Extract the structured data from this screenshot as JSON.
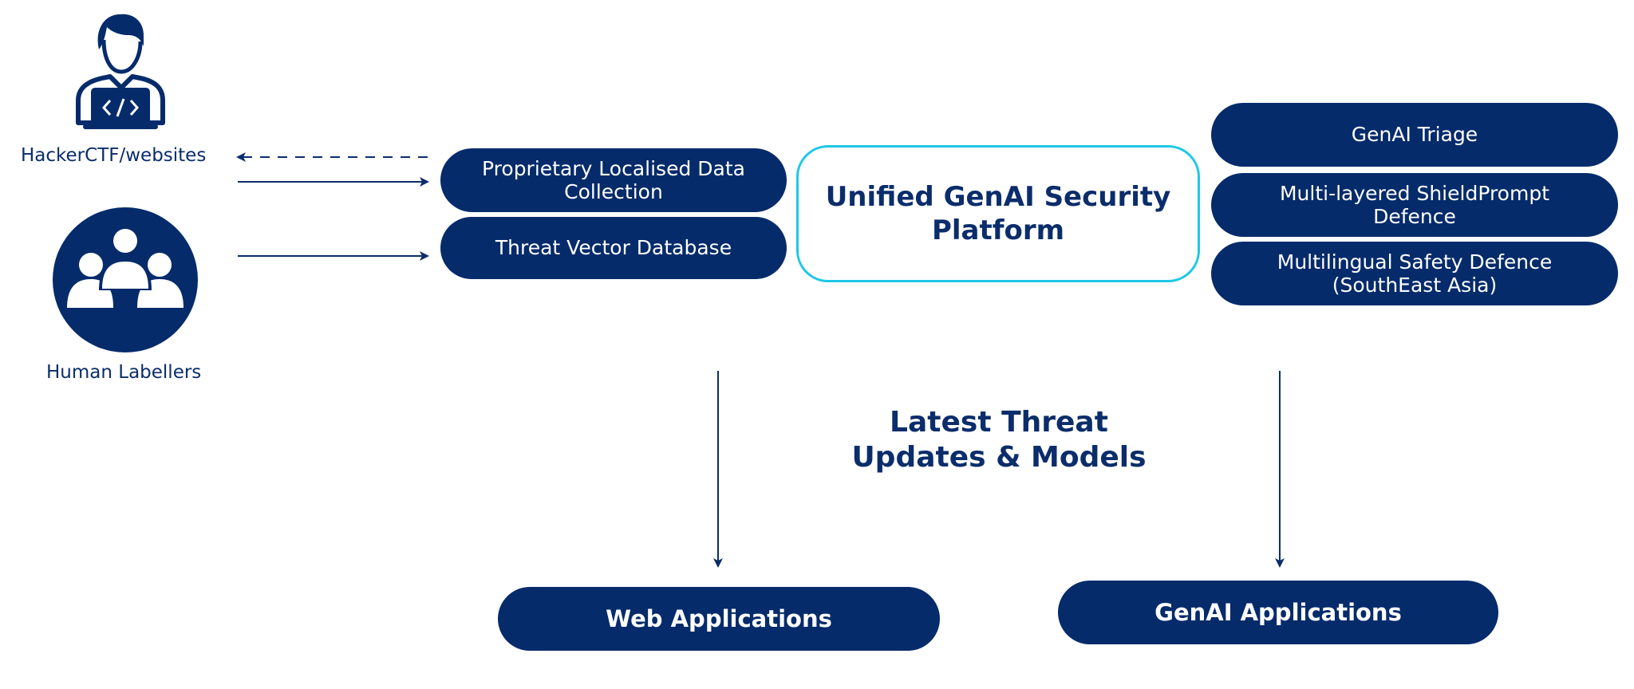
{
  "sources": {
    "hacker": {
      "label": "HackerCTF/websites",
      "icon": "hacker-laptop-icon"
    },
    "labellers": {
      "label": "Human Labellers",
      "icon": "people-group-icon"
    }
  },
  "data_boxes": [
    {
      "label": "Proprietary Localised Data\nCollection"
    },
    {
      "label": "Threat Vector Database"
    }
  ],
  "platform": {
    "title": "Unified GenAI Security\nPlatform"
  },
  "features": [
    {
      "label": "GenAI Triage"
    },
    {
      "label": "Multi-layered ShieldPrompt\nDefence"
    },
    {
      "label": "Multilingual Safety Defence\n(SouthEast Asia)"
    }
  ],
  "updates": {
    "title": "Latest Threat\nUpdates & Models"
  },
  "outputs": [
    {
      "label": "Web Applications"
    },
    {
      "label": "GenAI Applications"
    }
  ],
  "colors": {
    "navy": "#052b6b",
    "text_navy": "#0b2d6b",
    "platform_border": "#1ec8e6",
    "background": "#ffffff"
  }
}
